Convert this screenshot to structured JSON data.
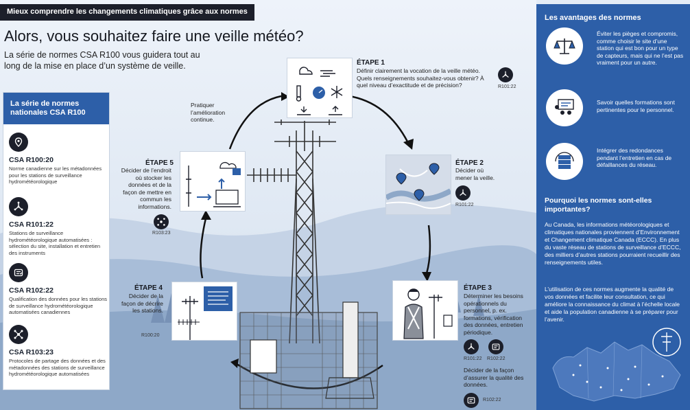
{
  "banner": "Mieux comprendre les changements climatiques grâce aux normes",
  "title": "Alors, vous souhaitez faire une veille météo?",
  "intro": "La série de normes CSA R100 vous guidera tout au long de la mise en place d’un système de veille.",
  "series": {
    "heading": "La série de normes nationales CSA R100",
    "standards": [
      {
        "icon": "location-pin-icon",
        "code": "CSA R100:20",
        "desc": "Norme canadienne sur les métadonnées pour les stations de surveillance hydrométéorologique"
      },
      {
        "icon": "weather-station-icon",
        "code": "CSA R101:22",
        "desc": "Stations de surveillance hydrométéorologique automatisées : sélection du site, installation et entretien des instruments"
      },
      {
        "icon": "data-qualification-icon",
        "code": "CSA R102:22",
        "desc": "Qualification des données pour les stations de surveillance hydrométéorologique automatisées canadiennes"
      },
      {
        "icon": "network-share-icon",
        "code": "CSA R103:23",
        "desc": "Protocoles de partage des données et des métadonnées des stations de surveillance hydrométéorologique automatisées"
      }
    ]
  },
  "steps": {
    "step1": {
      "label": "ÉTAPE 1",
      "text": "Définir clairement la vocation de la veille météo. Quels renseignements souhaitez-vous obtenir? À quel niveau d’exactitude et de précision?",
      "code": "R101:22"
    },
    "step2": {
      "label": "ÉTAPE 2",
      "text": "Décider où mener la veille.",
      "code": "R101:22"
    },
    "step3": {
      "label": "ÉTAPE 3",
      "text": "Déterminer les besoins opérationnels du personnel, p. ex. formations, vérification des données, entretien périodique.",
      "codes": [
        "R101:22",
        "R102:22"
      ],
      "text2": "Décider de la façon d’assurer la qualité des données.",
      "code2": "R102:22"
    },
    "step4": {
      "label": "ÉTAPE 4",
      "text": "Décider de la façon de décrire les stations.",
      "code": "R100:20"
    },
    "step5": {
      "label": "ÉTAPE 5",
      "text": "Décider de l’endroit où stocker les données et de la façon de mettre en commun les informations.",
      "code": "R103:23"
    }
  },
  "improvement_note": "Pratiquer l’amélioration continue.",
  "advantages": {
    "title": "Les avantages des normes",
    "items": [
      {
        "icon": "balance-scale-icon",
        "text": "Éviter les pièges et compromis, comme choisir le site d’une station qui est bon pour un type de capteurs, mais qui ne l’est pas vraiment pour un autre."
      },
      {
        "icon": "training-icon",
        "text": "Savoir quelles formations sont pertinentes pour le personnel."
      },
      {
        "icon": "server-redundancy-icon",
        "text": "Intégrer des redondances pendant l’entretien en cas de défaillances du réseau."
      }
    ]
  },
  "why": {
    "title": "Pourquoi les normes sont-elles importantes?",
    "para1": "Au Canada, les informations météorologiques et climatiques nationales proviennent d’Environnement et Changement climatique Canada (ECCC). En plus du vaste réseau de stations de surveillance d’ECCC, des milliers d’autres stations pourraient recueillir des renseignements utiles.",
    "para2": "L’utilisation de ces normes augmente la qualité de vos données et facilite leur consultation, ce qui améliore la connaissance du climat à l’échelle locale et aide la population canadienne à se préparer pour l’avenir."
  },
  "colors": {
    "accent_blue": "#2d5fa8",
    "dark": "#1c1f2a",
    "sky": "#dfe8f3"
  }
}
